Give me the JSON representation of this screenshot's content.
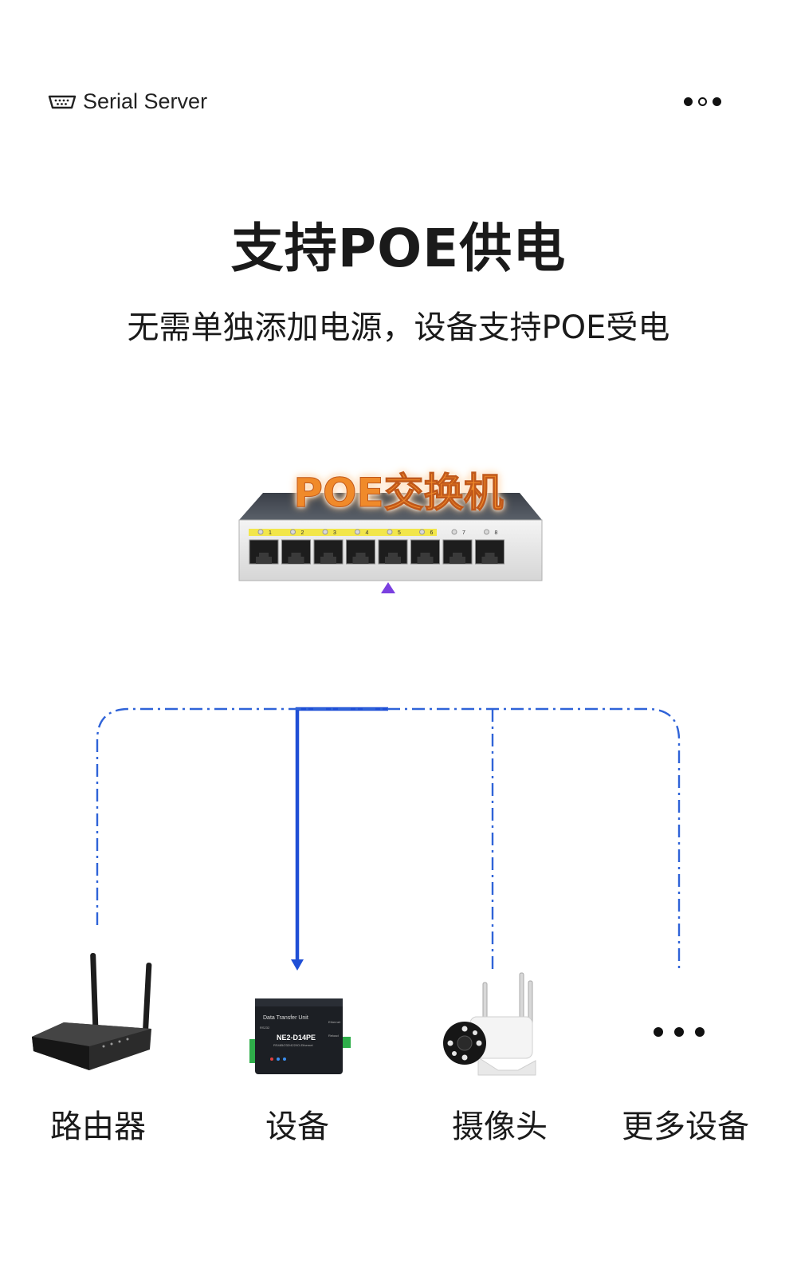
{
  "header": {
    "brand": "Serial Server",
    "brand_icon": "serial-port-icon",
    "menu_icon": "more-dots-icon"
  },
  "title": "支持POE供电",
  "subtitle": "无需单独添加电源，设备支持POE受电",
  "switch": {
    "label": "POE交换机",
    "port_numbers": [
      "1",
      "2",
      "3",
      "4",
      "5",
      "6",
      "7",
      "8"
    ],
    "poe_ports": 6
  },
  "device_panel": {
    "top_label": "Data Transfer Unit",
    "model": "NE2-D14PE",
    "right_label_top": "Ethernet",
    "right_label_mid": "Reload",
    "left_label": "RS232",
    "sub_label": "RS485/232/422/IO-Ethernet"
  },
  "nodes": [
    {
      "label": "路由器",
      "icon": "router-icon"
    },
    {
      "label": "设备",
      "icon": "device-icon"
    },
    {
      "label": "摄像头",
      "icon": "camera-icon"
    },
    {
      "label": "更多设备",
      "icon": "more-devices-icon"
    }
  ],
  "colors": {
    "solid_line": "#1f4fd6",
    "dashed_line": "#2f63d8",
    "uplink_top": "#7a3fe0",
    "label_orange": "#f08a2a"
  }
}
